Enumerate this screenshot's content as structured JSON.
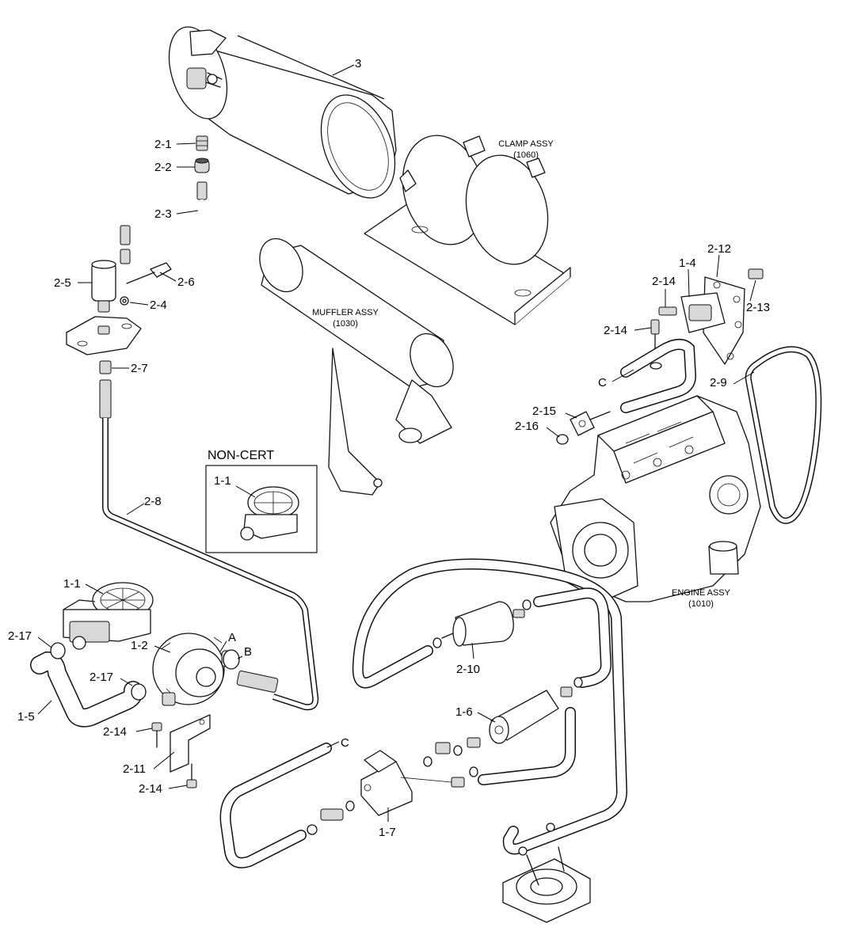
{
  "diagram": {
    "assemblies": {
      "clamp": [
        "CLAMP ASSY",
        "(1060)"
      ],
      "muffler": [
        "MUFFLER ASSY",
        "(1030)"
      ],
      "engine": [
        "ENGINE ASSY",
        "(1010)"
      ]
    },
    "inset_title": "NON-CERT",
    "part_labels": {
      "p3": "3",
      "p2_1": "2-1",
      "p2_2": "2-2",
      "p2_3": "2-3",
      "p2_5": "2-5",
      "p2_6": "2-6",
      "p2_4": "2-4",
      "p2_7": "2-7",
      "p2_8": "2-8",
      "p1_1_inset": "1-1",
      "p1_1": "1-1",
      "p1_2": "1-2",
      "pA": "A",
      "pB": "B",
      "p2_17a": "2-17",
      "p2_17b": "2-17",
      "p1_5": "1-5",
      "p2_14a": "2-14",
      "p2_11": "2-11",
      "p2_14b": "2-14",
      "p2_12": "2-12",
      "p1_4": "1-4",
      "p2_14c": "2-14",
      "p2_13": "2-13",
      "p2_14d": "2-14",
      "pC1": "C",
      "p2_9": "2-9",
      "p2_15": "2-15",
      "p2_16": "2-16",
      "p2_10": "2-10",
      "p1_6": "1-6",
      "pC2": "C",
      "p1_7": "1-7"
    }
  }
}
